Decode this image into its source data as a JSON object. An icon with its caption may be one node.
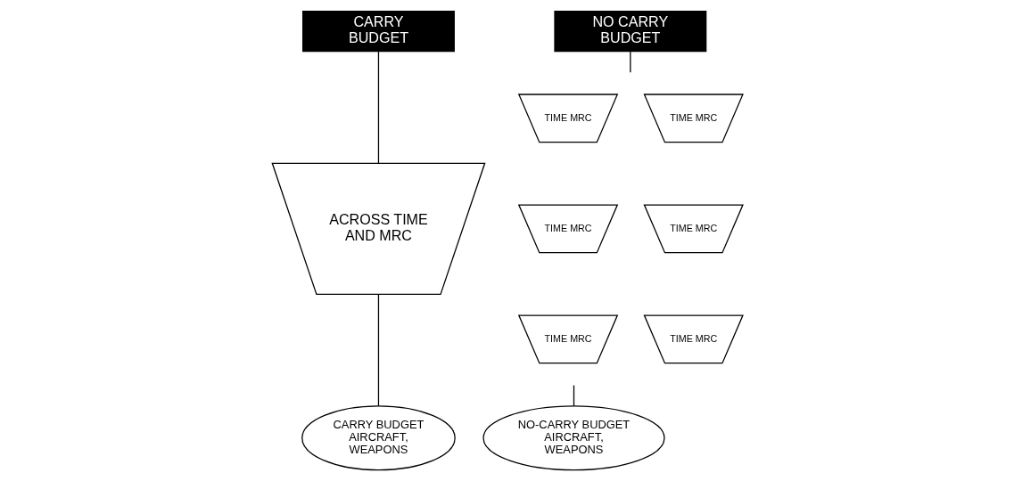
{
  "diagram": {
    "nodes": [
      {
        "text": [
          "CARRY BUDGET"
        ]
      },
      {
        "text": [
          "NO CARRY BUDGET"
        ]
      },
      {
        "text": [
          "ACROSS TIME AND MRC"
        ]
      },
      {
        "text": [
          "TIME MRC"
        ]
      },
      {
        "text": [
          "TIME MRC"
        ]
      },
      {
        "text": [
          "TIME MRC"
        ]
      },
      {
        "text": [
          "TIME MRC"
        ]
      },
      {
        "text": [
          "TIME MRC"
        ]
      },
      {
        "text": [
          "TIME MRC"
        ]
      },
      {
        "text": [
          "CARRY BUDGET AIRCRAFT, WEAPONS"
        ]
      },
      {
        "text": [
          "NO-CARRY BUDGET AIRCRAFT, WEAPONS"
        ]
      }
    ],
    "edges": [
      {
        "from": 0,
        "to": 2,
        "arrow": "none"
      },
      {
        "from": 2,
        "to": 9,
        "arrow": "none"
      },
      {
        "from": 1,
        "to": null,
        "arrow": "none"
      },
      {
        "from": null,
        "to": 10,
        "arrow": "none"
      }
    ]
  }
}
